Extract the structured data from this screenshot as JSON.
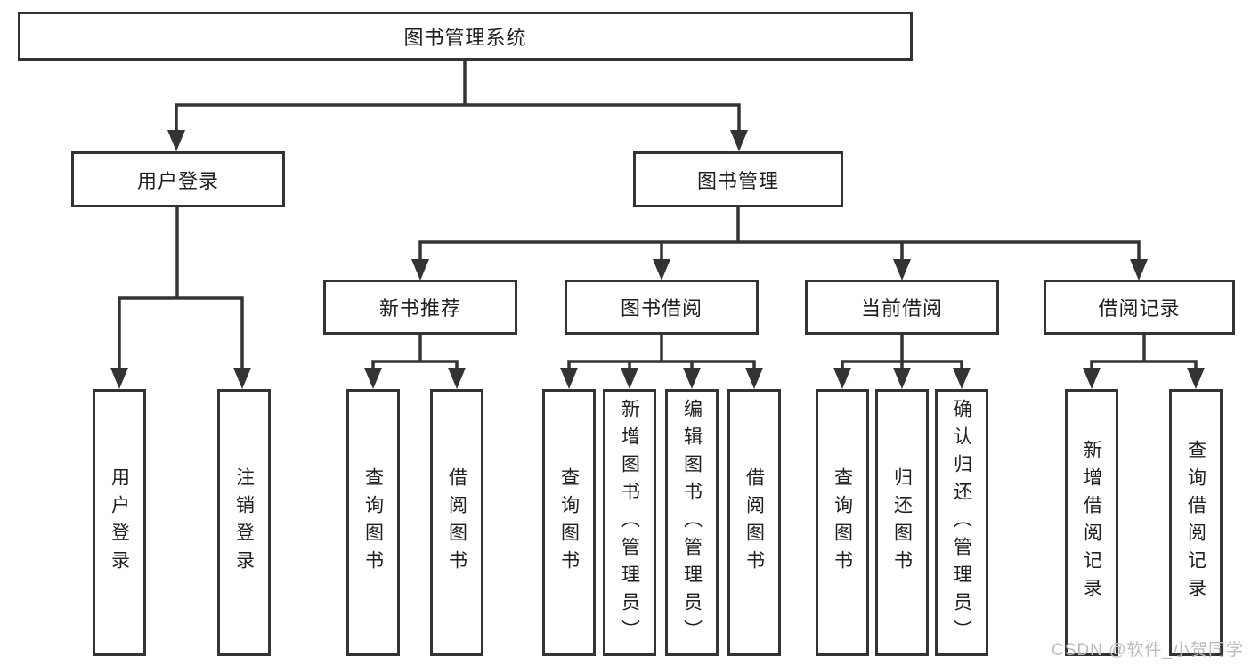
{
  "nodes": {
    "root": {
      "label": "图书管理系统"
    },
    "level2": [
      {
        "label": "用户登录"
      },
      {
        "label": "图书管理"
      }
    ],
    "level3": [
      {
        "label": "新书推荐"
      },
      {
        "label": "图书借阅"
      },
      {
        "label": "当前借阅"
      },
      {
        "label": "借阅记录"
      }
    ],
    "leaves": [
      {
        "label": "用户登录"
      },
      {
        "label": "注销登录"
      },
      {
        "label": "查询图书"
      },
      {
        "label": "借阅图书"
      },
      {
        "label": "查询图书"
      },
      {
        "label": "新增图书（管理员）"
      },
      {
        "label": "编辑图书（管理员）"
      },
      {
        "label": "借阅图书"
      },
      {
        "label": "查询图书"
      },
      {
        "label": "归还图书"
      },
      {
        "label": "确认归还（管理员）"
      },
      {
        "label": "新增借阅记录"
      },
      {
        "label": "查询借阅记录"
      }
    ]
  },
  "watermark": {
    "text": "CSDN @软件_小贺同学"
  },
  "colors": {
    "line": "#333333",
    "text": "#1f1f1f",
    "background": "#ffffff",
    "watermark": "#bcbcbc"
  }
}
